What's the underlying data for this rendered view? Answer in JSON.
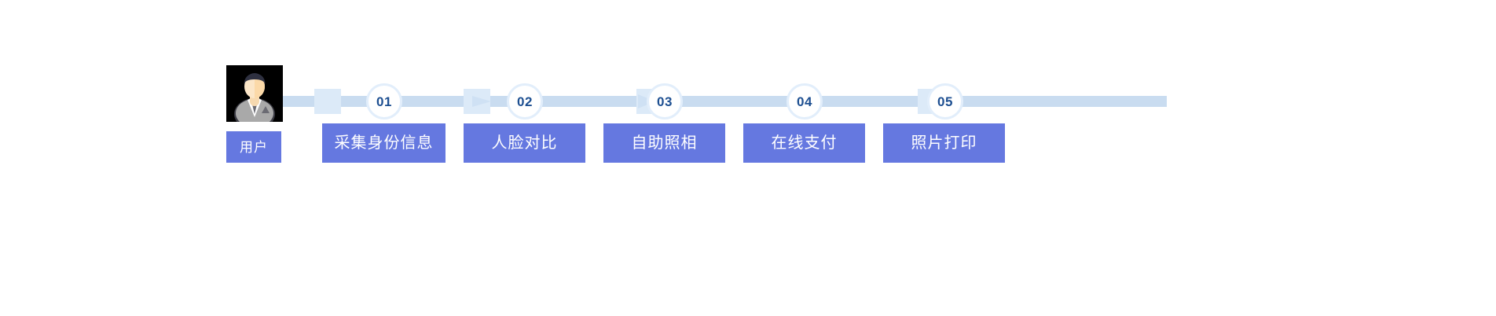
{
  "diagram": {
    "title_text": "",
    "actor": {
      "icon": "user-avatar-icon",
      "label": "用户"
    },
    "colors": {
      "box_blue": "#6578e0",
      "track_blue": "#c9dcf0",
      "track_pale": "#dceaf8",
      "circle_ring": "#e2eefb",
      "number_navy": "#1d4f91",
      "label_text": "#ffffff",
      "background": "#ffffff"
    },
    "steps": [
      {
        "number": "01",
        "label": "采集身份信息"
      },
      {
        "number": "02",
        "label": "人脸对比"
      },
      {
        "number": "03",
        "label": "自助照相"
      },
      {
        "number": "04",
        "label": "在线支付"
      },
      {
        "number": "05",
        "label": "照片打印"
      }
    ],
    "connectors": [
      {
        "type": "arrow-left",
        "name": "connector-arrow-user-to-01"
      },
      {
        "type": "arrow-right",
        "name": "connector-arrow-01-to-02"
      },
      {
        "type": "arrow-head",
        "name": "connector-arrow-02-to-03"
      },
      {
        "type": "tab",
        "name": "connector-tab-03-to-04"
      },
      {
        "type": "tab",
        "name": "connector-tab-04-to-05"
      }
    ]
  }
}
